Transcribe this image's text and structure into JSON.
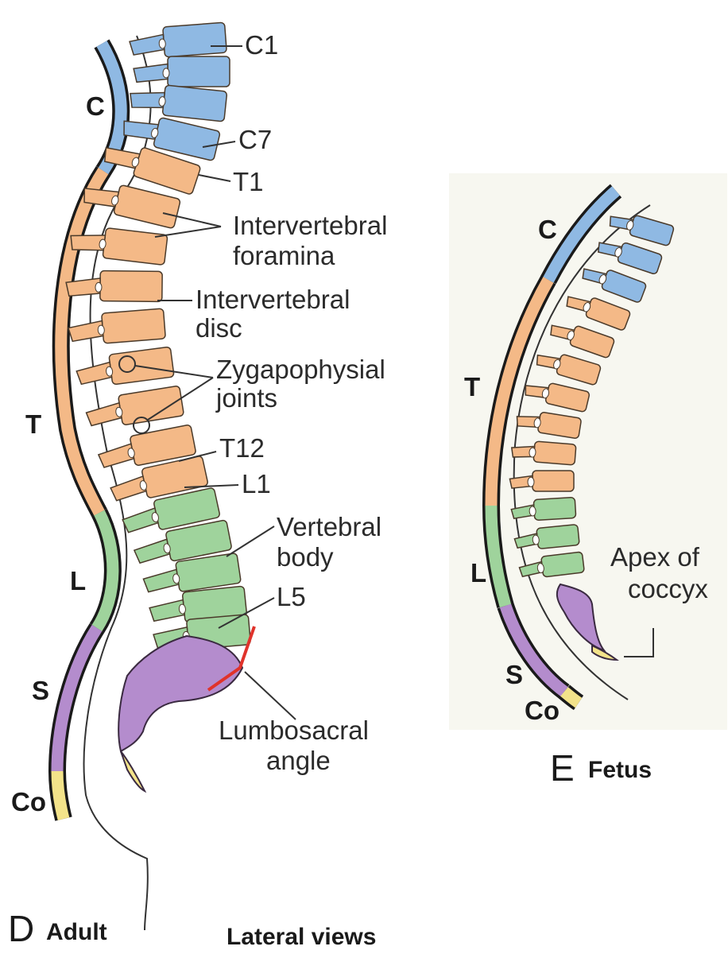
{
  "colors": {
    "cervical": "#8fb9e3",
    "thoracic": "#f4b987",
    "lumbar": "#9fd39c",
    "sacral": "#b48ccd",
    "coccygeal": "#f3e38a",
    "angle_line": "#e0332b",
    "fetal_bg": "#f7f7f0"
  },
  "adult": {
    "panel_letter": "D",
    "panel_title": "Adult",
    "regions": {
      "c": "C",
      "t": "T",
      "l": "L",
      "s": "S",
      "co": "Co"
    },
    "labels": {
      "c1": "C1",
      "c7": "C7",
      "t1": "T1",
      "foramina_1": "Intervertebral",
      "foramina_2": "foramina",
      "disc_1": "Intervertebral",
      "disc_2": "disc",
      "zyg_1": "Zygapophysial",
      "zyg_2": "joints",
      "t12": "T12",
      "l1": "L1",
      "body_1": "Vertebral",
      "body_2": "body",
      "l5": "L5",
      "ls_1": "Lumbosacral",
      "ls_2": "angle"
    }
  },
  "fetus": {
    "panel_letter": "E",
    "panel_title": "Fetus",
    "regions": {
      "c": "C",
      "t": "T",
      "l": "L",
      "s": "S",
      "co": "Co"
    },
    "labels": {
      "apex_1": "Apex of",
      "apex_2": "coccyx"
    }
  },
  "footer": {
    "caption": "Lateral views"
  }
}
